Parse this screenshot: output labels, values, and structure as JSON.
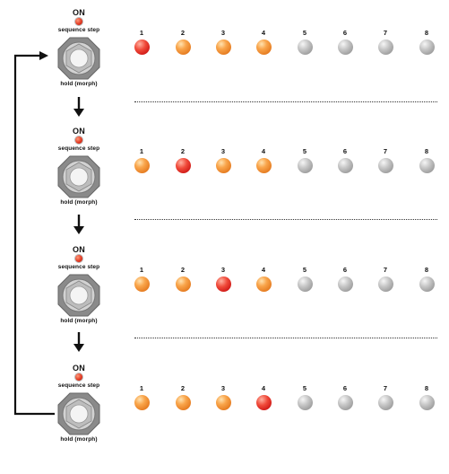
{
  "panels": [
    {
      "on_label": "ON",
      "step_label": "sequence step",
      "hold_label": "hold (morph)",
      "steps": [
        {
          "num": "1",
          "state": "red"
        },
        {
          "num": "2",
          "state": "orange"
        },
        {
          "num": "3",
          "state": "orange"
        },
        {
          "num": "4",
          "state": "orange"
        },
        {
          "num": "5",
          "state": "grey"
        },
        {
          "num": "6",
          "state": "grey"
        },
        {
          "num": "7",
          "state": "grey"
        },
        {
          "num": "8",
          "state": "grey"
        }
      ]
    },
    {
      "on_label": "ON",
      "step_label": "sequence step",
      "hold_label": "hold (morph)",
      "steps": [
        {
          "num": "1",
          "state": "orange"
        },
        {
          "num": "2",
          "state": "red"
        },
        {
          "num": "3",
          "state": "orange"
        },
        {
          "num": "4",
          "state": "orange"
        },
        {
          "num": "5",
          "state": "grey"
        },
        {
          "num": "6",
          "state": "grey"
        },
        {
          "num": "7",
          "state": "grey"
        },
        {
          "num": "8",
          "state": "grey"
        }
      ]
    },
    {
      "on_label": "ON",
      "step_label": "sequence step",
      "hold_label": "hold (morph)",
      "steps": [
        {
          "num": "1",
          "state": "orange"
        },
        {
          "num": "2",
          "state": "orange"
        },
        {
          "num": "3",
          "state": "red"
        },
        {
          "num": "4",
          "state": "orange"
        },
        {
          "num": "5",
          "state": "grey"
        },
        {
          "num": "6",
          "state": "grey"
        },
        {
          "num": "7",
          "state": "grey"
        },
        {
          "num": "8",
          "state": "grey"
        }
      ]
    },
    {
      "on_label": "ON",
      "step_label": "sequence step",
      "hold_label": "hold (morph)",
      "steps": [
        {
          "num": "1",
          "state": "orange"
        },
        {
          "num": "2",
          "state": "orange"
        },
        {
          "num": "3",
          "state": "orange"
        },
        {
          "num": "4",
          "state": "red"
        },
        {
          "num": "5",
          "state": "grey"
        },
        {
          "num": "6",
          "state": "grey"
        },
        {
          "num": "7",
          "state": "grey"
        },
        {
          "num": "8",
          "state": "grey"
        }
      ]
    }
  ],
  "colors": {
    "active": "#e02a20",
    "lit": "#f39a3c",
    "off": "#a8a8a8",
    "on_led": "#e23b24"
  }
}
